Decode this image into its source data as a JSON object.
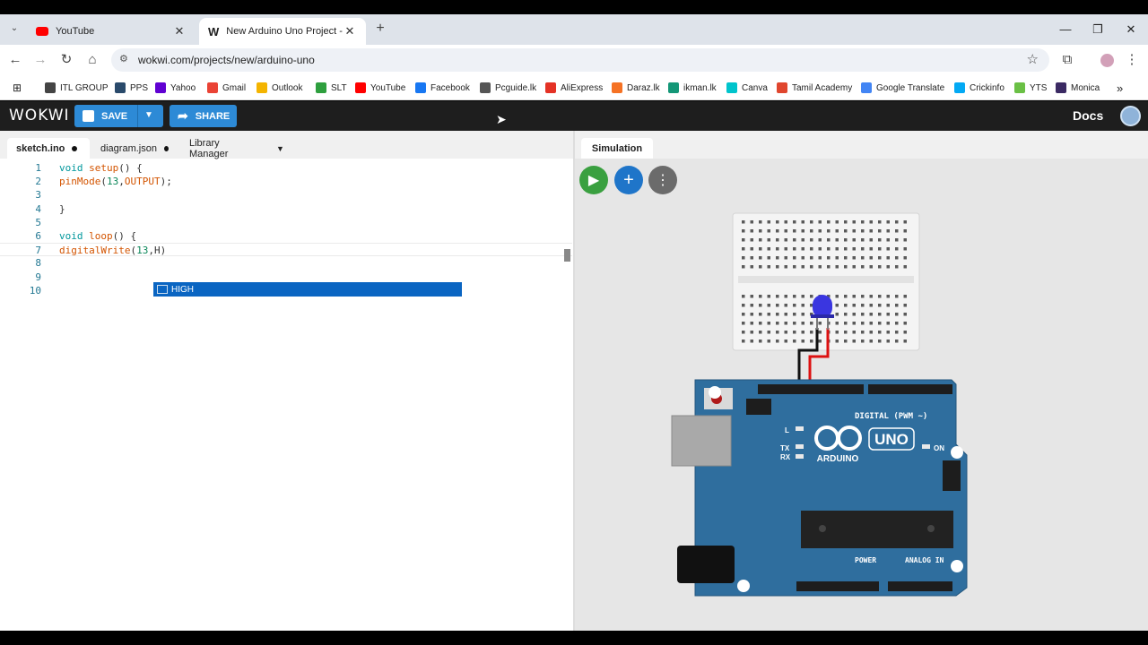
{
  "browser": {
    "tabs": [
      {
        "title": "YouTube",
        "close": "✕"
      },
      {
        "title": "New Arduino Uno Project - Wo",
        "close": "✕"
      }
    ],
    "new_tab": "+",
    "url": "wokwi.com/projects/new/arduino-uno",
    "bookmarks": [
      {
        "label": "ITL GROUP",
        "color": "#444444"
      },
      {
        "label": "PPS",
        "color": "#2a4a6b"
      },
      {
        "label": "Yahoo",
        "color": "#6001d2"
      },
      {
        "label": "Gmail",
        "color": "#ea4335"
      },
      {
        "label": "Outlook",
        "color": "#f4b400"
      },
      {
        "label": "SLT",
        "color": "#2e9f3e"
      },
      {
        "label": "YouTube",
        "color": "#ff0000"
      },
      {
        "label": "Facebook",
        "color": "#1877f2"
      },
      {
        "label": "Pcguide.lk",
        "color": "#555555"
      },
      {
        "label": "AliExpress",
        "color": "#e43225"
      },
      {
        "label": "Daraz.lk",
        "color": "#f57224"
      },
      {
        "label": "ikman.lk",
        "color": "#149777"
      },
      {
        "label": "Canva",
        "color": "#00c4cc"
      },
      {
        "label": "Tamil Academy",
        "color": "#e0462e"
      },
      {
        "label": "Google Translate",
        "color": "#4285f4"
      },
      {
        "label": "Crickinfo",
        "color": "#03a9f4"
      },
      {
        "label": "YTS",
        "color": "#6ac045"
      },
      {
        "label": "Monica",
        "color": "#3b2a63"
      }
    ]
  },
  "wokwi": {
    "logo": "WOKWI",
    "save_label": "SAVE",
    "share_label": "SHARE",
    "docs_label": "Docs",
    "editor_tabs": [
      {
        "label": "sketch.ino",
        "modified": true
      },
      {
        "label": "diagram.json",
        "modified": true
      },
      {
        "label": "Library Manager",
        "modified": false
      }
    ],
    "code_lines": [
      {
        "n": "1",
        "text": "void setup() {"
      },
      {
        "n": "2",
        "text": "pinMode(13,OUTPUT);"
      },
      {
        "n": "3",
        "text": ""
      },
      {
        "n": "4",
        "text": "}"
      },
      {
        "n": "5",
        "text": ""
      },
      {
        "n": "6",
        "text": "void loop() {"
      },
      {
        "n": "7",
        "text": "digitalWrite(13,H)"
      },
      {
        "n": "8",
        "text": ""
      },
      {
        "n": "9",
        "text": ""
      },
      {
        "n": "10",
        "text": ""
      }
    ],
    "autocomplete_suggestion": "HIGH",
    "simulation_tab": "Simulation",
    "board": {
      "brand": "ARDUINO",
      "model": "UNO",
      "digital_label": "DIGITAL (PWM ~)",
      "analog_label": "ANALOG IN",
      "power_label": "POWER",
      "on_label": "ON",
      "tx_label": "TX",
      "rx_label": "RX",
      "l_label": "L",
      "board_color": "#2f6e9e",
      "led_color": "#3a36e0"
    }
  }
}
